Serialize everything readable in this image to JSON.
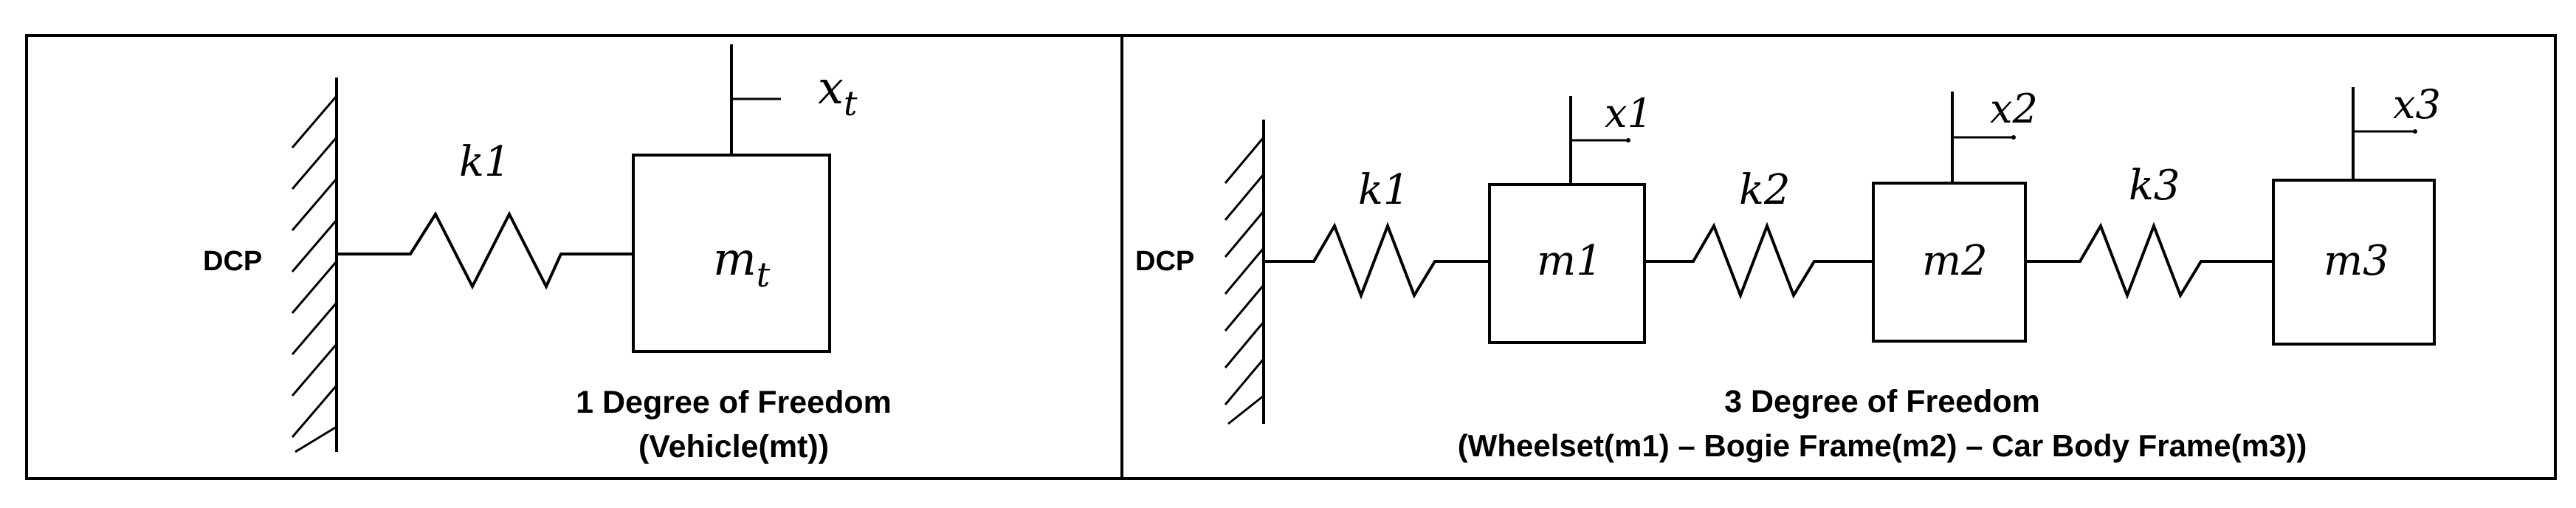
{
  "left_panel": {
    "dcp_label": "DCP",
    "spring_label": "k1",
    "mass_label_base": "m",
    "mass_label_sub": "t",
    "disp_label_base": "x",
    "disp_label_sub": "t",
    "title": "1 Degree of Freedom",
    "subtitle": "(Vehicle(mt))"
  },
  "right_panel": {
    "dcp_label": "DCP",
    "springs": [
      "k1",
      "k2",
      "k3"
    ],
    "masses": [
      "m1",
      "m2",
      "m3"
    ],
    "displacements": [
      "x1",
      "x2",
      "x3"
    ],
    "title": "3 Degree of Freedom",
    "subtitle": "(Wheelset(m1) – Bogie Frame(m2) – Car Body Frame(m3))"
  }
}
